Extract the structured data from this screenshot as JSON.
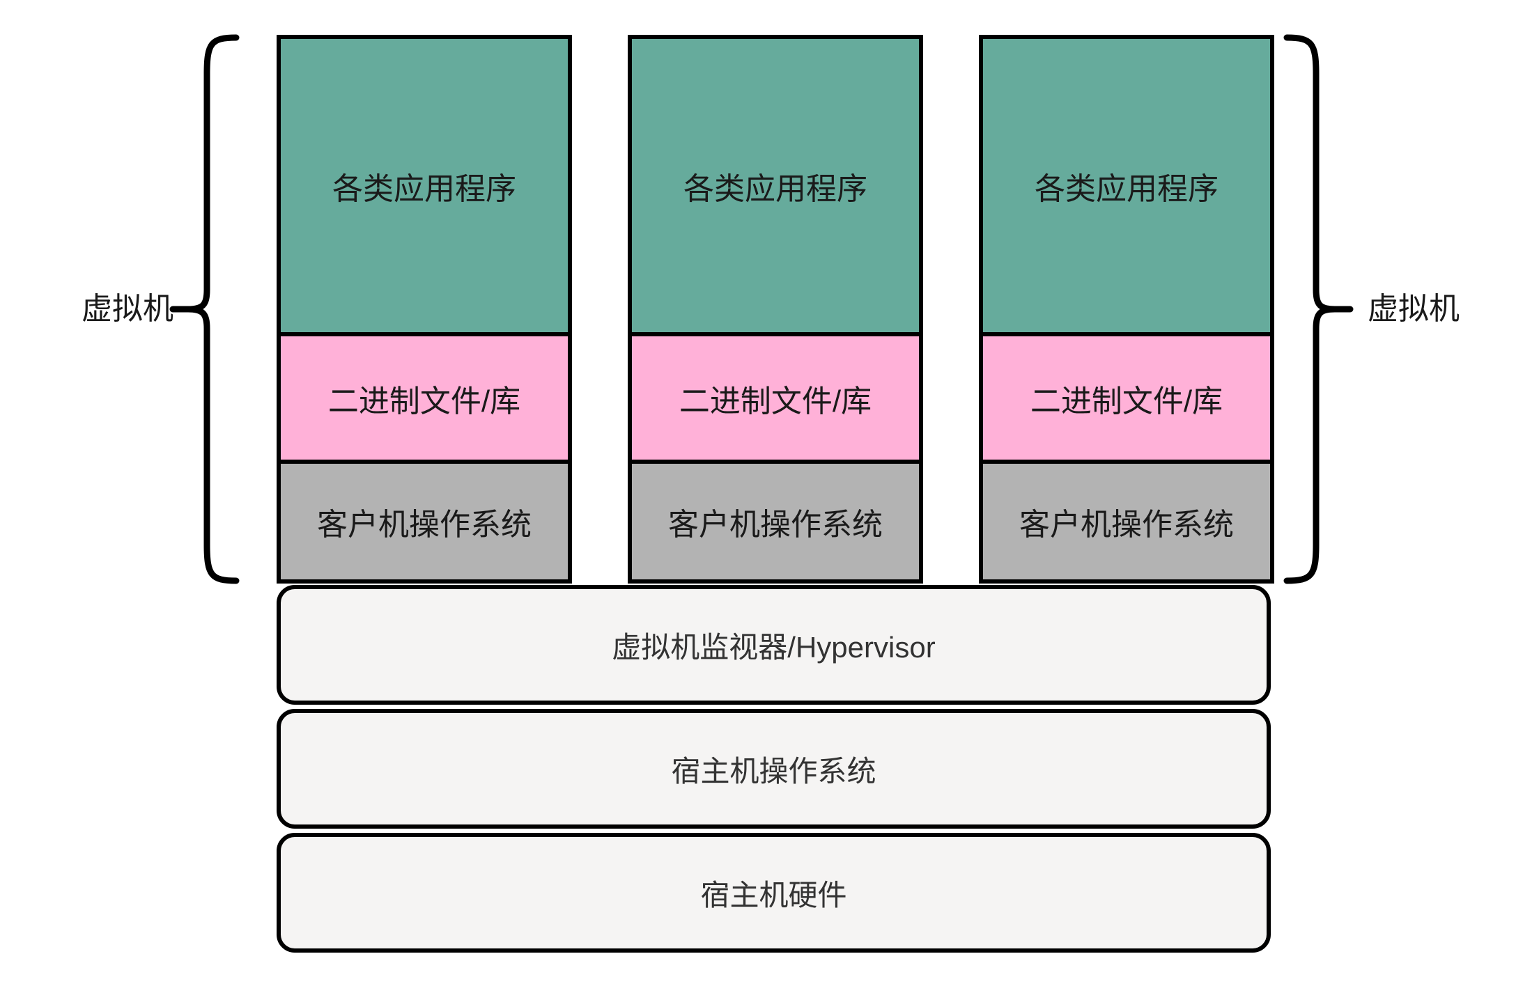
{
  "side_labels": {
    "left": "虚拟机",
    "right": "虚拟机"
  },
  "vms": [
    {
      "layers": {
        "apps": "各类应用程序",
        "bins": "二进制文件/库",
        "guest_os": "客户机操作系统"
      }
    },
    {
      "layers": {
        "apps": "各类应用程序",
        "bins": "二进制文件/库",
        "guest_os": "客户机操作系统"
      }
    },
    {
      "layers": {
        "apps": "各类应用程序",
        "bins": "二进制文件/库",
        "guest_os": "客户机操作系统"
      }
    }
  ],
  "host_stack": {
    "hypervisor": "虚拟机监视器/Hypervisor",
    "host_os": "宿主机操作系统",
    "hardware": "宿主机硬件"
  },
  "colors": {
    "apps": "#66ab9c",
    "bins": "#ffb1d8",
    "guestos": "#b3b3b3",
    "hostlayer": "#f5f4f3",
    "line": "#000000",
    "text": "#1a1a1a",
    "rowtext": "#333333"
  }
}
